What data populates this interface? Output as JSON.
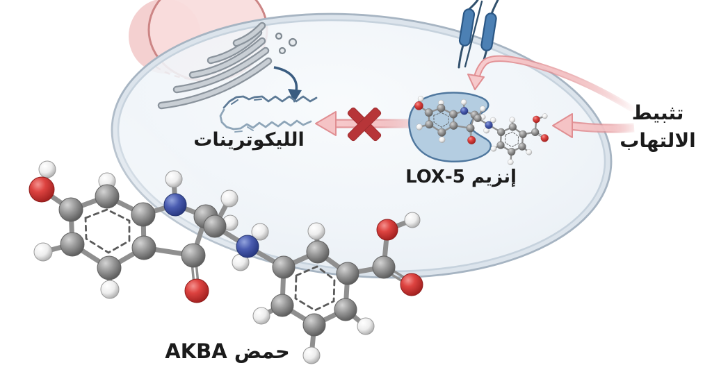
{
  "figure": {
    "type": "cell-biology-mechanism-diagram",
    "labels": {
      "leukotrienes": "الليكوترينات",
      "enzyme_5lox": "إنزيم 5-LOX",
      "inhibition_line1": "تثبيط",
      "inhibition_line2": "الالتهاب",
      "akba_acid": "حمض AKBA"
    },
    "icons": {
      "cell": "cell-membrane-ellipse",
      "nucleus": "pink-nucleus",
      "golgi": "golgi-apparatus-stack",
      "vesicles": "secretory-vesicles",
      "receptor": "transmembrane-receptor",
      "enzyme": "5-lox-enzyme-blob",
      "leukotriene": "fatty-acid-skeletal-zigzag",
      "akba": "ball-and-stick-molecule",
      "cross": "red-inhibition-cross",
      "arrows": [
        "blue-synthesis-arrow",
        "pink-blocked-arrow",
        "pink-arrow-to-enzyme",
        "pink-arrow-to-receptor"
      ]
    },
    "colors": {
      "membrane": "#A6B4C2",
      "cell_fill": "#EEF3F8",
      "nucleus_fill": "#F8DCDC",
      "nucleus_border": "#CC8585",
      "golgi": "#8A939C",
      "receptor_blue": "#4C80B4",
      "enzyme_blob": "#AEC9DF",
      "enzyme_border": "#4F779E",
      "arrow_pink_fill": "#F5C3C5",
      "arrow_pink_border": "#E08E92",
      "cross_red": "#B73538",
      "arrow_blue": "#3A5C80",
      "atom_carbon": "#9A9A9A",
      "atom_hydrogen": "#EEEEEE",
      "atom_nitrogen": "#4A5CB0",
      "atom_oxygen": "#DD4340",
      "text": "#1B1B1B"
    }
  }
}
